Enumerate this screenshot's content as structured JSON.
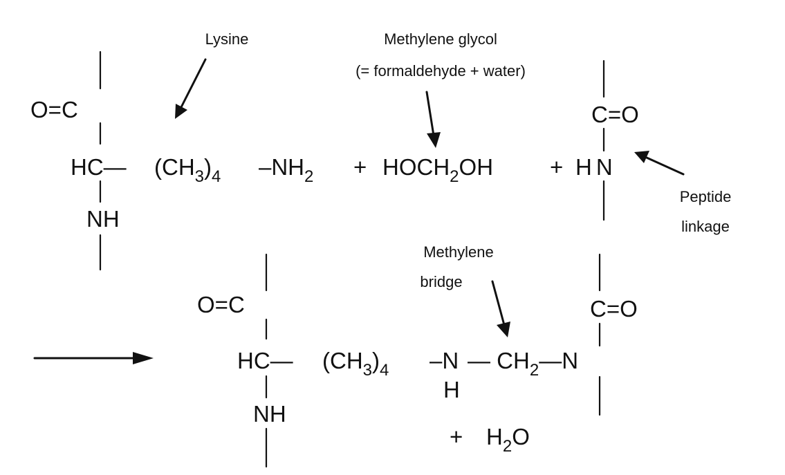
{
  "labels": {
    "lysine": "Lysine",
    "glycol_line1": "Methylene glycol",
    "glycol_line2": "(= formaldehyde + water)",
    "peptide_line1": "Peptide",
    "peptide_line2": "linkage",
    "bridge_line1": "Methylene",
    "bridge_line2": "bridge"
  },
  "reactants": {
    "carbonyl": "O=C",
    "alpha_carbon": "HC—",
    "side_chain": "(CH",
    "side_chain_sub1": "3",
    "side_chain_close": ")",
    "side_chain_sub2": "4",
    "amine": "–NH",
    "amine_sub": "2",
    "plus1": "+",
    "glycol": "HOCH",
    "glycol_sub": "2",
    "glycol_end": "OH",
    "plus2": "+",
    "peptide_h": "H",
    "peptide_n": "N",
    "peptide_carbonyl": "C=O",
    "backbone_nh": "NH"
  },
  "products": {
    "carbonyl": "O=C",
    "alpha_carbon": "HC—",
    "side_chain": "(CH",
    "side_chain_sub1": "3",
    "side_chain_close": ")",
    "side_chain_sub2": "4",
    "linker_n": "–N",
    "linker_h": "H",
    "bridge": "— CH",
    "bridge_sub": "2",
    "bridge_end": "—N",
    "peptide_carbonyl": "C=O",
    "backbone_nh": "NH",
    "plus_water": "+",
    "water_h": "H",
    "water_sub": "2",
    "water_o": "O"
  }
}
